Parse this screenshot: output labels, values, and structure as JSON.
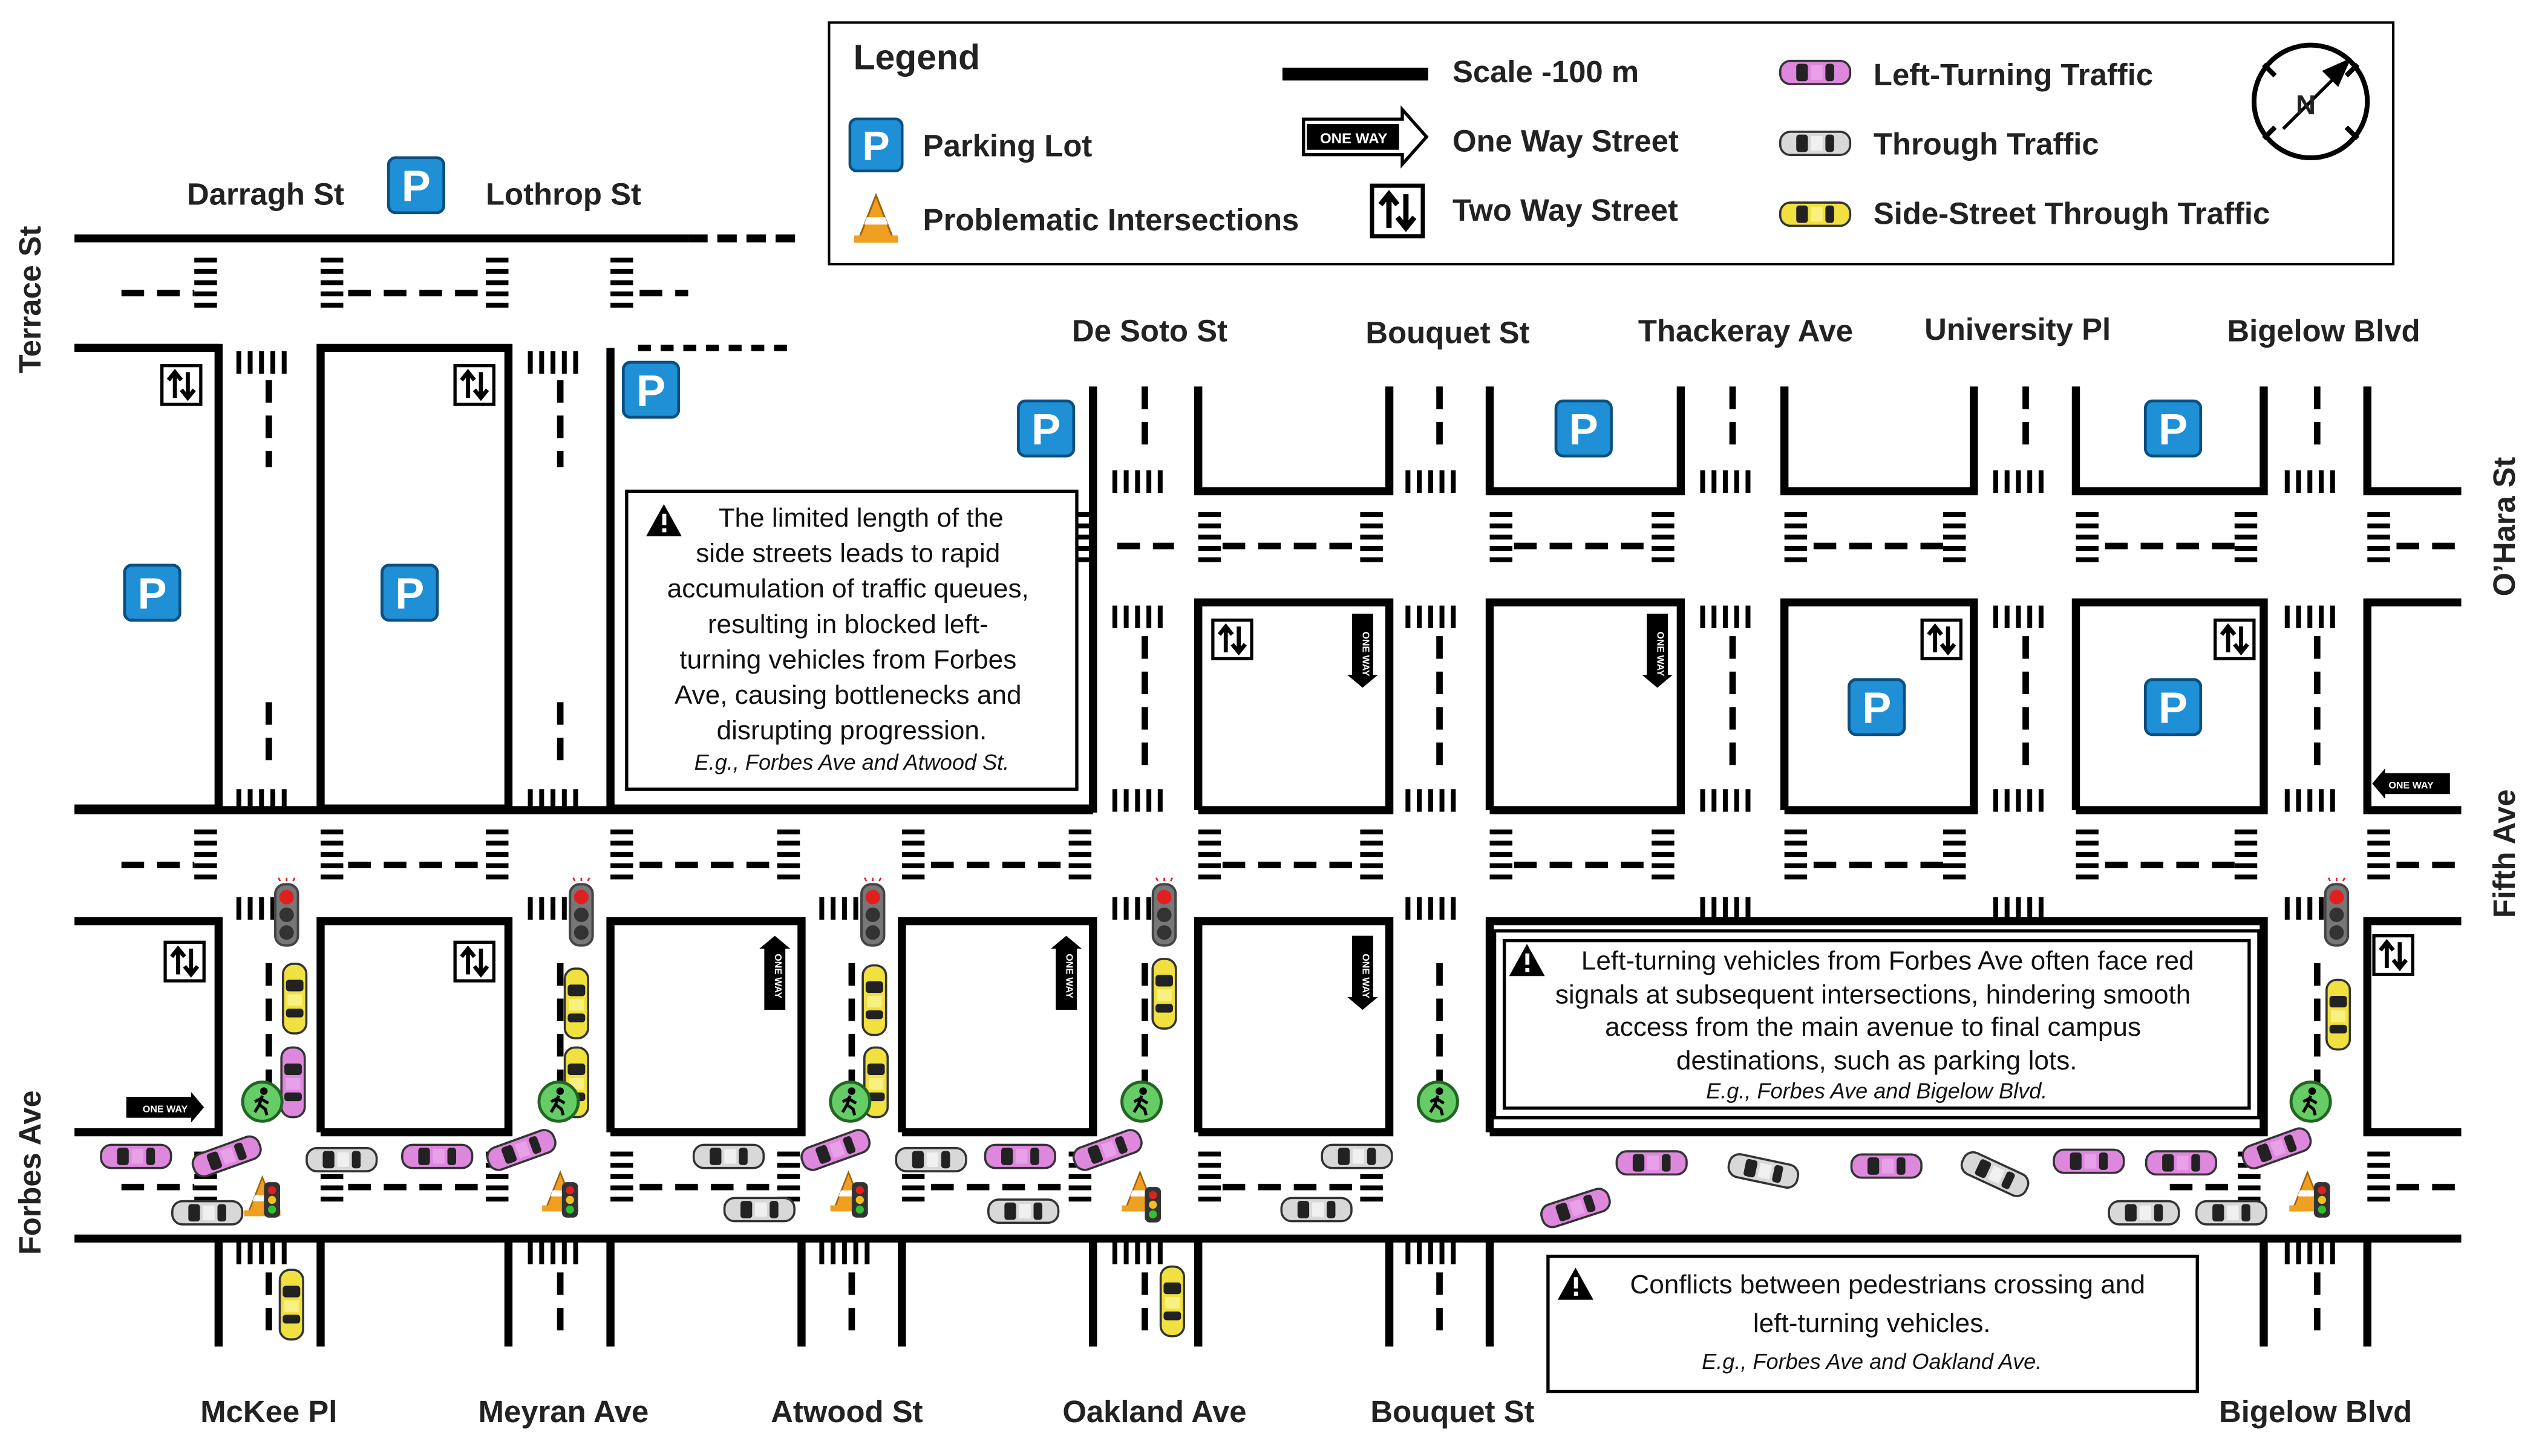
{
  "legend": {
    "title": "Legend",
    "items": [
      {
        "label": "Parking Lot",
        "icon": "parking-icon"
      },
      {
        "label": "Problematic Intersections",
        "icon": "traffic-cone-icon"
      },
      {
        "label": "Scale -100 m",
        "icon": "scale-bar"
      },
      {
        "label": "One Way Street",
        "icon": "one-way-arrow-icon"
      },
      {
        "label": "Two Way Street",
        "icon": "two-way-arrows-icon"
      },
      {
        "label": "Left-Turning Traffic",
        "icon": "car-icon",
        "color": "#dd88dd"
      },
      {
        "label": "Through Traffic",
        "icon": "car-icon",
        "color": "#d8d8d8"
      },
      {
        "label": "Side-Street Through Traffic",
        "icon": "car-icon",
        "color": "#f0e040"
      }
    ],
    "compass_label": "N"
  },
  "streets": {
    "top_left": [
      "Darragh St",
      "Lothrop St"
    ],
    "left_vertical": "Terrace St",
    "forbes": "Forbes Ave",
    "top_right": [
      "De Soto St",
      "Bouquet St",
      "Thackeray Ave",
      "University Pl",
      "Bigelow Blvd"
    ],
    "right_vertical": [
      "O’Hara St",
      "Fifth Ave"
    ],
    "bottom": [
      "McKee Pl",
      "Meyran Ave",
      "Atwood St",
      "Oakland Ave",
      "Bouquet St",
      "Bigelow Blvd"
    ]
  },
  "parking_letter": "P",
  "one_way_text": "ONE WAY",
  "notes": [
    {
      "lines": [
        "The limited length of the",
        "side streets leads to rapid",
        "accumulation of traffic queues,",
        "resulting in blocked left-",
        "turning vehicles from Forbes",
        "Ave, causing bottlenecks and",
        "disrupting progression."
      ],
      "example": "E.g., Forbes Ave and Atwood St."
    },
    {
      "lines": [
        "Left-turning vehicles from Forbes Ave often face red",
        "signals at subsequent intersections, hindering smooth",
        "access from the main avenue to final campus",
        "destinations, such as parking lots."
      ],
      "example": "E.g., Forbes Ave and Bigelow Blvd."
    },
    {
      "lines": [
        "Conflicts between pedestrians crossing and",
        "left-turning vehicles."
      ],
      "example": "E.g., Forbes Ave and Oakland Ave."
    }
  ],
  "colors": {
    "parking": "#1f8fd6",
    "left_turn": "#dd88dd",
    "through": "#d8d8d8",
    "side_street": "#f0e040",
    "cone": "#f0a020",
    "signal_red": "#e02020",
    "pedestrian": "#66cc66"
  }
}
